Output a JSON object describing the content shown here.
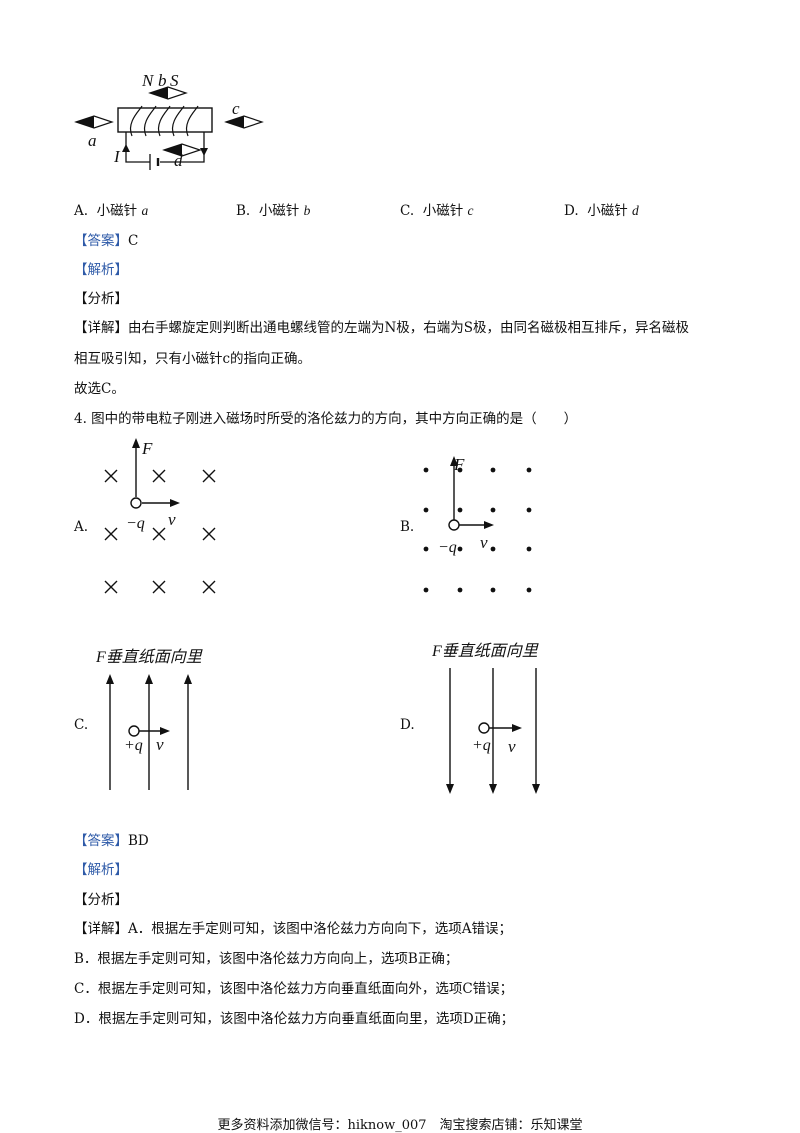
{
  "fig1": {
    "label_N": "N",
    "label_b": "b",
    "label_S": "S",
    "label_a": "a",
    "label_c": "c",
    "label_d": "d",
    "label_I": "I"
  },
  "q3_options": [
    {
      "letter": "A.",
      "text": "小磁针",
      "var": "a"
    },
    {
      "letter": "B.",
      "text": "小磁针",
      "var": "b"
    },
    {
      "letter": "C.",
      "text": "小磁针",
      "var": "c"
    },
    {
      "letter": "D.",
      "text": "小磁针",
      "var": "d"
    }
  ],
  "q3_answer": {
    "tag": "【答案】",
    "value": "C"
  },
  "q3_jiexi": "【解析】",
  "q3_fenxi": "【分析】",
  "q3_detail": {
    "tag": "【详解】",
    "line1": "由右手螺旋定则判断出通电螺线管的左端为N极，右端为S极，由同名磁极相互排斥，异名磁极",
    "line2": "相互吸引知，只有小磁针c的指向正确。",
    "line3": "故选C。"
  },
  "q4": {
    "stem": "4. 图中的带电粒子刚进入磁场时所受的洛伦兹力的方向，其中方向正确的是（　　）",
    "figA": {
      "letter": "A.",
      "F": "F",
      "q": "−q",
      "v": "v"
    },
    "figB": {
      "letter": "B.",
      "F": "F",
      "q": "−q",
      "v": "v"
    },
    "figC": {
      "letter": "C.",
      "title": "F垂直纸面向里",
      "q": "+q",
      "v": "v"
    },
    "figD": {
      "letter": "D.",
      "title": "F垂直纸面向里",
      "q": "+q",
      "v": "v"
    }
  },
  "q4_answer": {
    "tag": "【答案】",
    "value": "BD"
  },
  "q4_jiexi": "【解析】",
  "q4_fenxi": "【分析】",
  "q4_detail": {
    "tag": "【详解】",
    "lineA": "A．根据左手定则可知，该图中洛伦兹力方向向下，选项A错误；",
    "lineB": "B．根据左手定则可知，该图中洛伦兹力方向向上，选项B正确；",
    "lineC": "C．根据左手定则可知，该图中洛伦兹力方向垂直纸面向外，选项C错误；",
    "lineD": "D．根据左手定则可知，该图中洛伦兹力方向垂直纸面向里，选项D正确；"
  },
  "footer": "更多资料添加微信号：hiknow_007　淘宝搜索店铺：乐知课堂",
  "colors": {
    "tag": "#2e5aa8",
    "text": "#111111"
  }
}
